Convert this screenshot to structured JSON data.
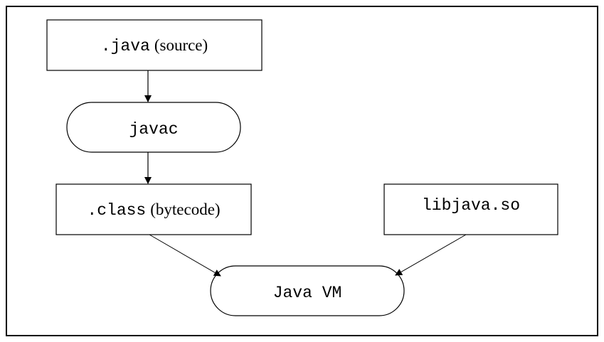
{
  "nodes": {
    "java_source": {
      "code": ".java",
      "text": "(source)"
    },
    "javac": {
      "code": "javac"
    },
    "class_bytecode": {
      "code": ".class",
      "text": "(bytecode)"
    },
    "libjava": {
      "code": "libjava.so"
    },
    "java_vm": {
      "code": "Java VM"
    }
  },
  "edges": [
    {
      "from": "java_source",
      "to": "javac"
    },
    {
      "from": "javac",
      "to": "class_bytecode"
    },
    {
      "from": "class_bytecode",
      "to": "java_vm"
    },
    {
      "from": "libjava",
      "to": "java_vm"
    }
  ]
}
